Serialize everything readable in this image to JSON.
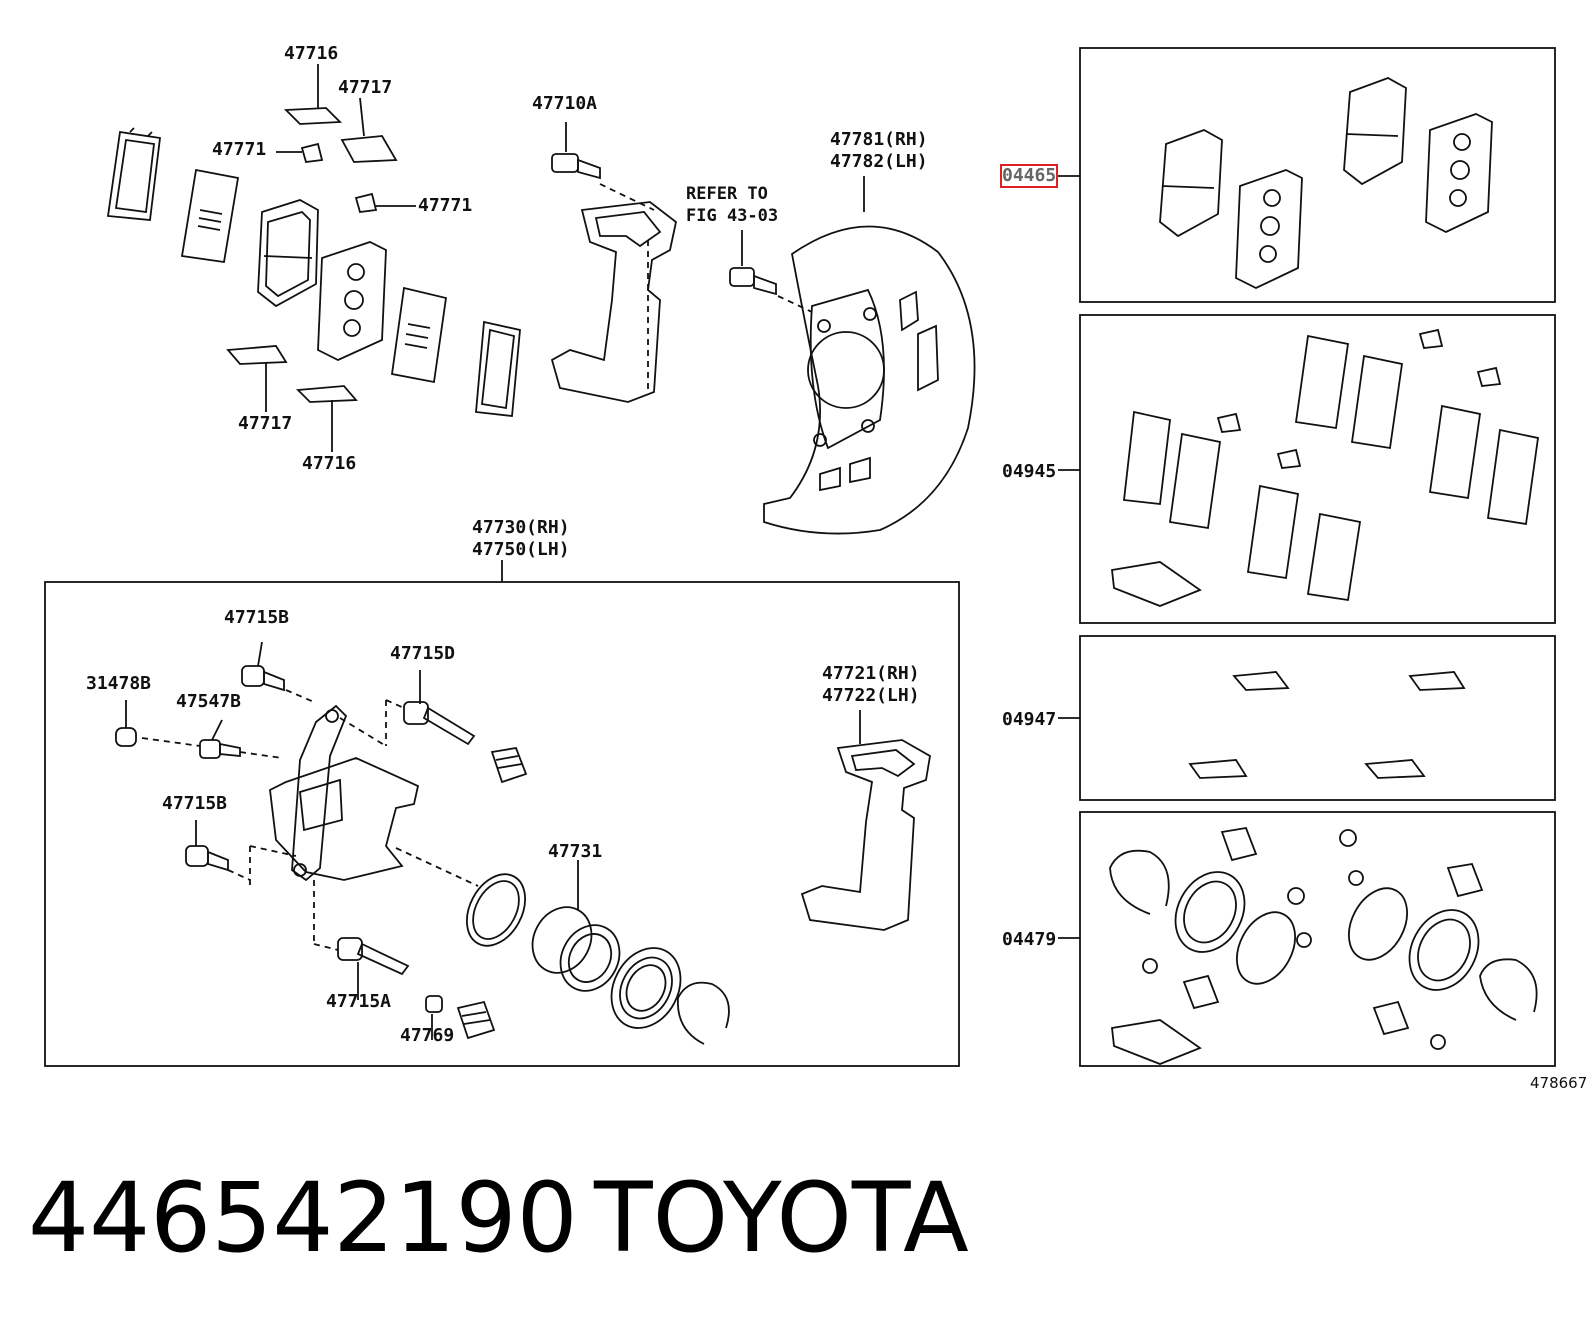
{
  "labels": {
    "p47716_top": "47716",
    "p47717_top": "47717",
    "p47771_a": "47771",
    "p47771_b": "47771",
    "p47710A": "47710A",
    "refer_line1": "REFER TO",
    "refer_line2": "FIG 43-03",
    "p47781": "47781(RH)",
    "p47782": "47782(LH)",
    "p47717_bottom": "47717",
    "p47716_bottom": "47716",
    "p47730": "47730(RH)",
    "p47750": "47750(LH)",
    "p47715B_a": "47715B",
    "p47715D": "47715D",
    "p31478B": "31478B",
    "p47547B": "47547B",
    "p47721": "47721(RH)",
    "p47722": "47722(LH)",
    "p47715B_b": "47715B",
    "p47731": "47731",
    "p47715A": "47715A",
    "p47769": "47769",
    "kit_04465": "04465",
    "kit_04945": "04945",
    "kit_04947": "04947",
    "kit_04479": "04479"
  },
  "figure_number": "478667",
  "footer": {
    "part_number": "446542190",
    "brand": "TOYOTA"
  },
  "highlight_color": "#e02020"
}
